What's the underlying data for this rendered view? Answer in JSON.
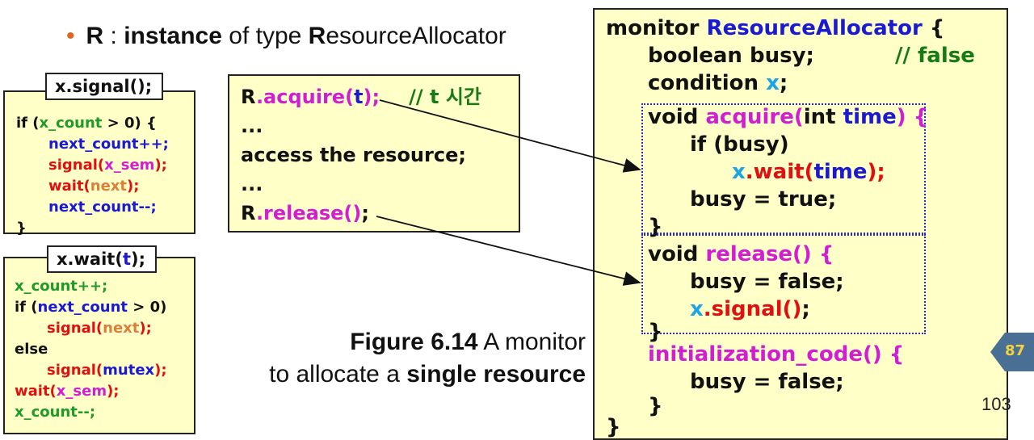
{
  "bullet": {
    "text_parts": [
      "R",
      " : ",
      "instance",
      " of type ",
      "R",
      "esourceAllocator"
    ]
  },
  "signal_box": {
    "tag": "x.signal();",
    "lines": [
      "if (",
      "x_count",
      " > 0) {",
      "next_count++;",
      "signal(",
      "x_sem",
      ");",
      "wait(",
      "next",
      ");",
      "next_count--;",
      "}"
    ]
  },
  "wait_box": {
    "tag_parts": [
      "x.wait(",
      "t",
      ");"
    ],
    "lines": [
      "x_count++;",
      "if (",
      "next_count",
      " > 0)",
      "signal(",
      "next",
      ");",
      "else",
      "signal(",
      "mutex",
      ");",
      "wait(",
      "x_sem",
      ");",
      "x_count--;"
    ]
  },
  "usage_box": {
    "l1": [
      "R",
      ".acquire(",
      "t",
      ");",
      "// t 시간"
    ],
    "l2": "...",
    "l3": "access the resource;",
    "l4": "...",
    "l5": [
      "R",
      ".release(",
      ")",
      ";"
    ]
  },
  "caption": {
    "bold1": "Figure 6.14",
    "t1": " A monitor",
    "t2": "to allocate a ",
    "bold2": "single resource"
  },
  "monitor": {
    "l1": [
      "monitor ",
      "ResourceAllocator",
      " {"
    ],
    "l2": [
      "boolean  busy;",
      "// false"
    ],
    "l3": [
      "condition  ",
      "x",
      ";"
    ],
    "l4": [
      "void ",
      "acquire(",
      "int ",
      "time",
      ") {"
    ],
    "l5": "if (busy)",
    "l6": [
      "x",
      ".wait(",
      "time",
      ");"
    ],
    "l7": "busy = true;",
    "l8": "}",
    "l9": [
      "void ",
      "release() {"
    ],
    "l10": "busy = false;",
    "l11": [
      "x",
      ".signal()",
      ";"
    ],
    "l12": "}",
    "l13": "initialization_code() {",
    "l14": "busy = false;",
    "l15": "}",
    "l16": "}"
  },
  "page_number": "103",
  "badge": "87",
  "colors": {
    "box_fill": "#ffffc8",
    "bullet": "#e0651e",
    "badge_fill": "#4a6f94",
    "badge_text": "#f5d23a"
  }
}
